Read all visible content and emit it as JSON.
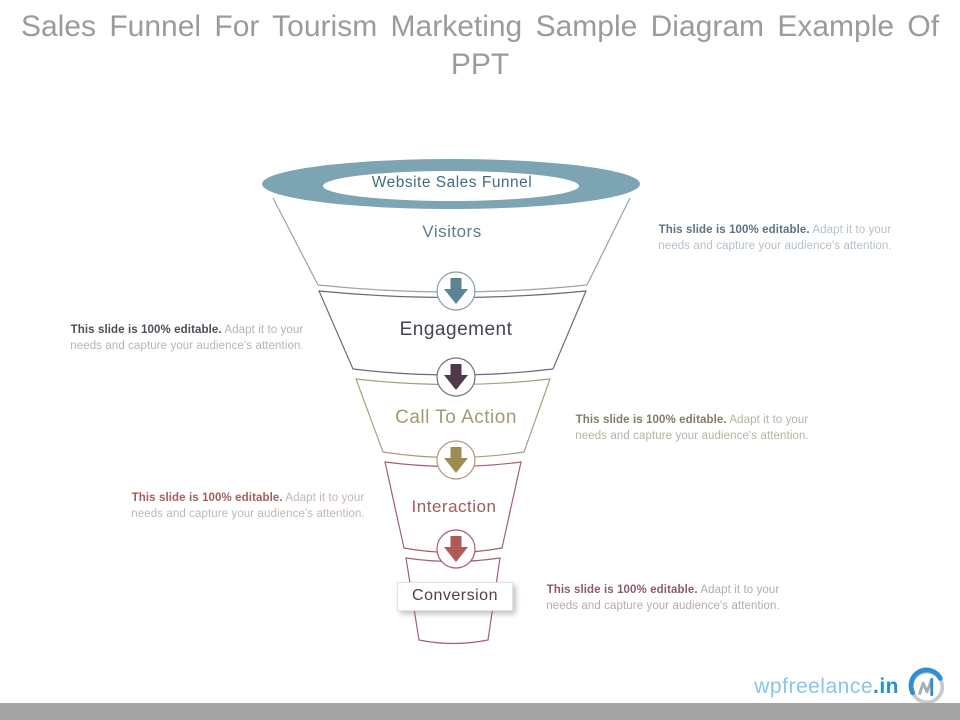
{
  "title": "Sales Funnel For Tourism Marketing Sample Diagram Example Of PPT",
  "funnel": {
    "top_label": "Website Sales Funnel",
    "ring_color": "#7da4b2",
    "stages": [
      {
        "label": "Visitors",
        "color": "#5e7d8b",
        "outline": "#93a4ab"
      },
      {
        "label": "Engagement",
        "color": "#4a424e",
        "outline": "#6e6872"
      },
      {
        "label": "Call To Action",
        "color": "#a39a72",
        "outline": "#a89e7e"
      },
      {
        "label": "Interaction",
        "color": "#a05a61",
        "outline": "#a66065"
      },
      {
        "label": "Conversion",
        "color": "#593c49",
        "outline": "#a66065"
      }
    ],
    "arrow_colors": [
      "#5c8494",
      "#4f3a4d",
      "#9c8c52",
      "#ad5a58"
    ]
  },
  "callouts": [
    {
      "bold": "This slide is 100% editable.",
      "rest": "Adapt it to your needs and capture your audience's attention.",
      "side": "right-of-visitors",
      "accent": "#5c7484"
    },
    {
      "bold": "This slide is 100% editable.",
      "rest": "Adapt it to your needs and capture your audience's attention.",
      "side": "left-of-engagement",
      "accent": "#4f4c55"
    },
    {
      "bold": "This slide is 100% editable.",
      "rest": "Adapt it to your needs and capture your audience's attention.",
      "side": "right-of-call-to-action",
      "accent": "#837c64"
    },
    {
      "bold": "This slide is 100% editable.",
      "rest": "Adapt it to your needs and capture your audience's attention.",
      "side": "left-of-interaction",
      "accent": "#a65d5d"
    },
    {
      "bold": "This slide is 100% editable.",
      "rest": "Adapt it to your needs and capture your audience's attention.",
      "side": "right-of-conversion",
      "accent": "#8c5b68"
    }
  ],
  "footer": {
    "brand_light": "wpfreelance",
    "brand_accent": ".in",
    "bar_color": "#a4a4a4"
  }
}
